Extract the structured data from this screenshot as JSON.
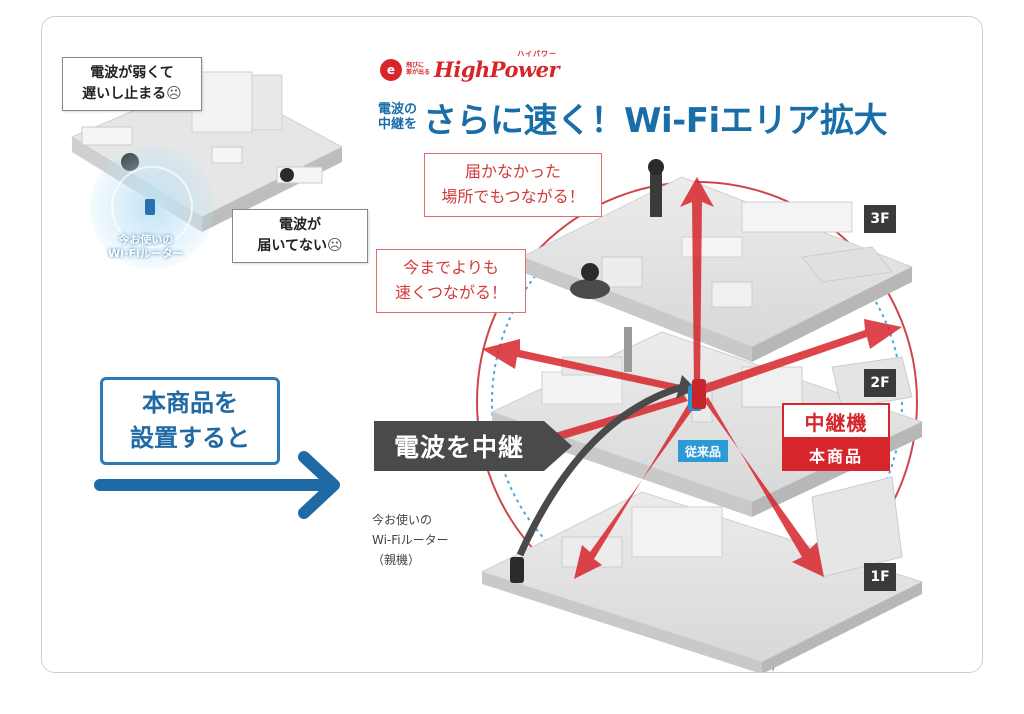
{
  "brand": {
    "mark": "e",
    "tagline_1": "飛びに",
    "tagline_2": "差が出る",
    "name": "HighPower",
    "kana": "ハイパワー"
  },
  "headline": {
    "pre_line_1": "電波の",
    "pre_line_2": "中継を",
    "main": "さらに速く！Wi-Fiエリア拡大"
  },
  "inset": {
    "weak_callout_line_1": "電波が弱くて",
    "weak_callout_line_2": "遅いし止まる",
    "none_callout_line_1": "電波が",
    "none_callout_line_2": "届いてない",
    "router_label_line_1": "今お使いの",
    "router_label_line_2": "Wi-Fiルーター"
  },
  "callouts": {
    "reach_line_1": "届かなかった",
    "reach_line_2": "場所でもつながる！",
    "faster_line_1": "今までよりも",
    "faster_line_2": "速くつながる！"
  },
  "install_box": {
    "line_1": "本商品を",
    "line_2": "設置すると"
  },
  "floors": [
    "3F",
    "2F",
    "1F"
  ],
  "relay_banner": "電波を中継",
  "conventional_label": "従来品",
  "repeater_label": "中継機",
  "product_label": "本商品",
  "router_caption": {
    "line_1": "今お使いの",
    "line_2": "Wi-Fiルーター",
    "line_3": "（親機）"
  },
  "colors": {
    "brand_red": "#d6262b",
    "headline_blue": "#1a6ea8",
    "arrow_blue": "#1f6aa5",
    "conventional_blue": "#2b9bd8",
    "banner_gray": "#4a4a4a"
  },
  "icons": {
    "smiley": "frustrated-face-icon"
  }
}
